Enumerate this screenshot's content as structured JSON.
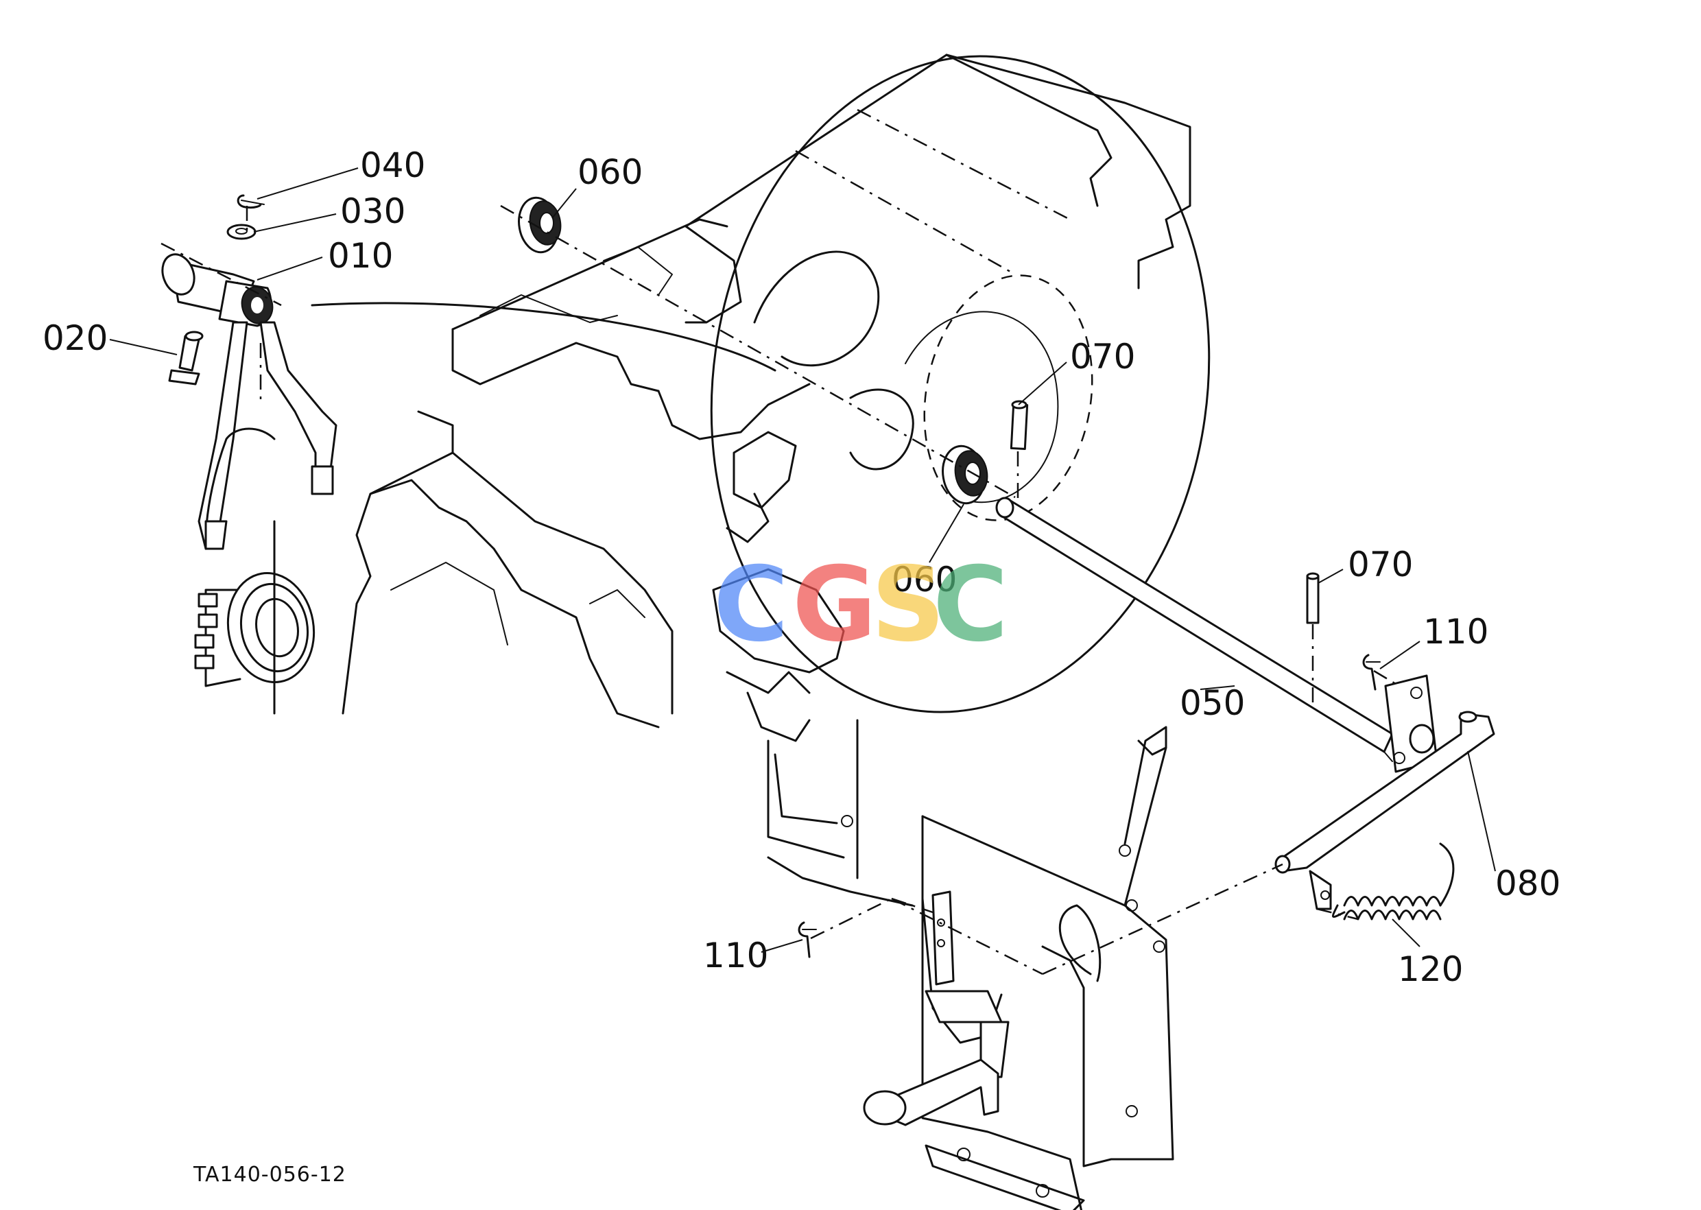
{
  "callouts": {
    "p010": "010",
    "p020": "020",
    "p030": "030",
    "p040": "040",
    "p050": "050",
    "p060_top": "060",
    "p060_mid": "060",
    "p070_top": "070",
    "p070_mid": "070",
    "p080": "080",
    "p110_right": "110",
    "p110_left": "110",
    "p120": "120"
  },
  "drawing_code": "TA140-056-12",
  "watermark": {
    "letters": [
      "C",
      "G",
      "S",
      "C"
    ],
    "colors": [
      "#4f86f7",
      "#ef5350",
      "#f7c948",
      "#4caf77"
    ]
  }
}
